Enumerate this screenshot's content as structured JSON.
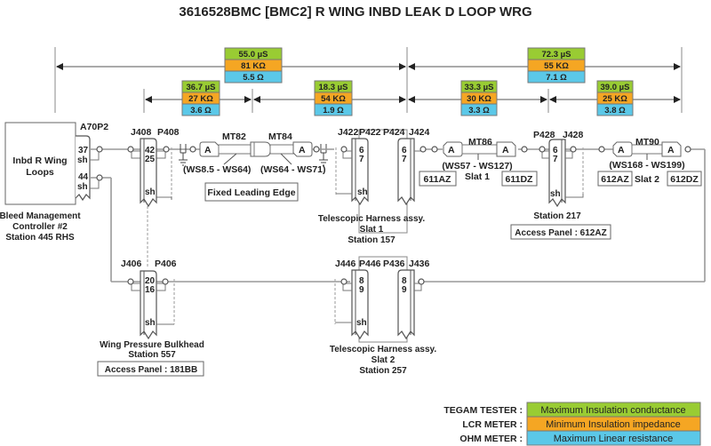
{
  "title": "3616528BMC [BMC2] R WING INBD LEAK D LOOP WRG",
  "colors": {
    "conductance": "#99cc33",
    "impedance": "#f5a623",
    "resistance": "#5bc8e8"
  },
  "measurements": [
    {
      "id": "top-left",
      "conductance": "55.0 µS",
      "impedance": "81 KΩ",
      "resistance": "5.5 Ω"
    },
    {
      "id": "top-right",
      "conductance": "72.3 µS",
      "impedance": "55 KΩ",
      "resistance": "7.1 Ω"
    },
    {
      "id": "seg-1",
      "conductance": "36.7 µS",
      "impedance": "27 KΩ",
      "resistance": "3.6 Ω"
    },
    {
      "id": "seg-2",
      "conductance": "18.3 µS",
      "impedance": "54 KΩ",
      "resistance": "1.9 Ω"
    },
    {
      "id": "seg-3",
      "conductance": "33.3 µS",
      "impedance": "30 KΩ",
      "resistance": "3.3 Ω"
    },
    {
      "id": "seg-4",
      "conductance": "39.0 µS",
      "impedance": "25 KΩ",
      "resistance": "3.8 Ω"
    }
  ],
  "controller": {
    "ref": "A70P2",
    "box_label_1": "Inbd R Wing",
    "box_label_2": "Loops",
    "pins": [
      "37",
      "sh",
      "44",
      "sh"
    ],
    "caption": [
      "Bleed Management",
      "Controller #2",
      "Station 445 RHS"
    ]
  },
  "connectors": {
    "j408": "J408",
    "p408": "P408",
    "j408_pins": [
      "42",
      "25",
      "sh"
    ],
    "j422": "J422",
    "p422": "P422",
    "p424": "P424",
    "j424": "J424",
    "p422_pins": [
      "6",
      "7",
      "sh"
    ],
    "p424_pins": [
      "6",
      "7"
    ],
    "p428": "P428",
    "j428": "J428",
    "p428_pins": [
      "6",
      "7",
      "sh"
    ],
    "j406": "J406",
    "p406": "P406",
    "j406_pins": [
      "20",
      "16",
      "sh"
    ],
    "j446": "J446",
    "p446": "P446",
    "p436": "P436",
    "j436": "J436",
    "p446_pins": [
      "8",
      "9",
      "sh"
    ],
    "p436_pins": [
      "8",
      "9"
    ]
  },
  "sensors": {
    "mt82": "MT82",
    "mt84": "MT84",
    "mt86": "MT86",
    "mt90": "MT90",
    "a": "A",
    "mt82_range": "(WS8.5 - WS64)",
    "mt84_range": "(WS64 - WS71)",
    "mt86_range": "(WS57 - WS127)",
    "mt86_slat": "Slat 1",
    "mt90_range": "(WS168 - WS199)",
    "mt90_slat": "Slat 2",
    "tag_611az": "611AZ",
    "tag_611dz": "611DZ",
    "tag_612az": "612AZ",
    "tag_612dz": "612DZ"
  },
  "labels": {
    "fixed_leading_edge": "Fixed Leading Edge",
    "harness_slat1": [
      "Telescopic Harness assy.",
      "Slat 1",
      "Station 157"
    ],
    "station_217": "Station 217",
    "access_612az": "Access Panel : 612AZ",
    "bulkhead": [
      "Wing Pressure Bulkhead",
      "Station 557"
    ],
    "access_181bb": "Access Panel : 181BB",
    "harness_slat2": [
      "Telescopic Harness assy.",
      "Slat 2",
      "Station 257"
    ],
    "shield": "sh"
  },
  "legend": [
    {
      "meter": "TEGAM TESTER :",
      "meaning": "Maximum Insulation conductance"
    },
    {
      "meter": "LCR METER :",
      "meaning": "Minimum Insulation impedance"
    },
    {
      "meter": "OHM METER :",
      "meaning": "Maximum Linear resistance"
    }
  ]
}
